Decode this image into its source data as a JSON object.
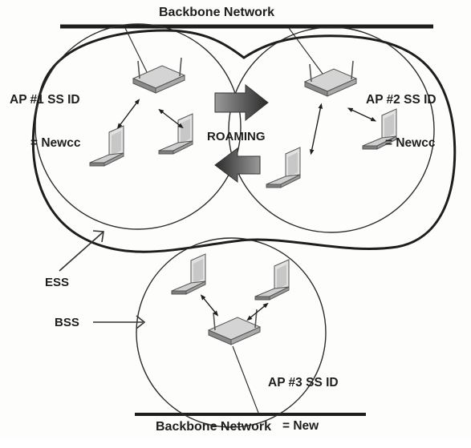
{
  "backbone_top": "Backbone Network",
  "backbone_bottom": "Backbone Network",
  "ap1": {
    "line1": "AP #1 SS ID",
    "line2": "= Newcc"
  },
  "ap2": {
    "line1": "AP #2 SS ID",
    "line2": "= Newcc"
  },
  "ap3": {
    "line1": "AP #3 SS ID",
    "line2": "= New"
  },
  "roaming": "ROAMING",
  "ess": "ESS",
  "bss": "BSS",
  "colors": {
    "ink": "#1e1e1e",
    "arrow_fill": "#444444",
    "device_light": "#cfcfcf",
    "device_dark": "#7a7a7a"
  }
}
